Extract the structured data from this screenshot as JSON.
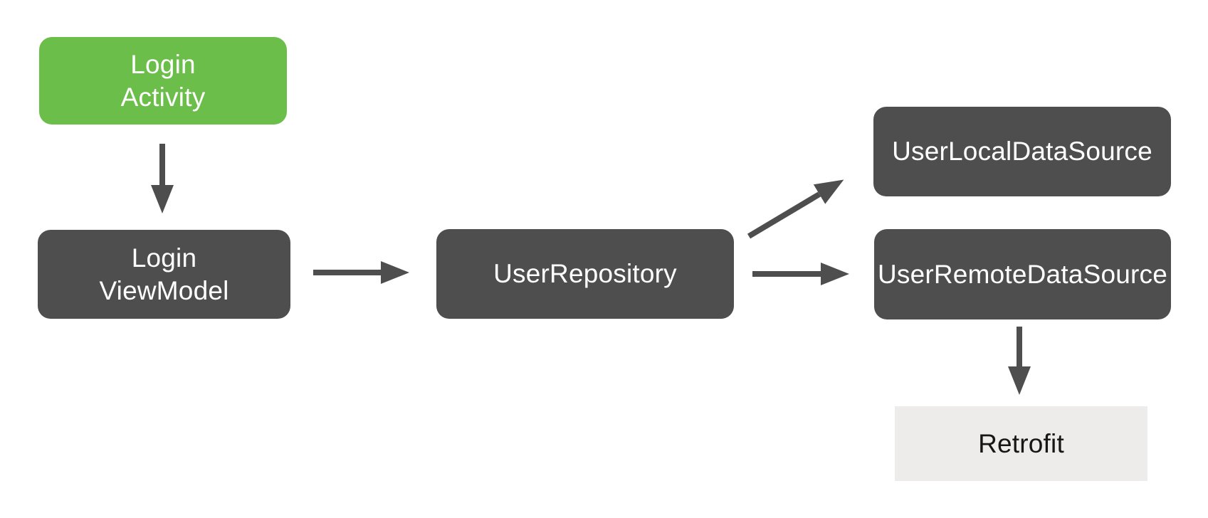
{
  "diagram": {
    "type": "architecture-flow",
    "nodes": {
      "login_activity": {
        "label": "Login\nActivity"
      },
      "login_viewmodel": {
        "label": "Login\nViewModel"
      },
      "user_repository": {
        "label": "UserRepository"
      },
      "user_local_data_source": {
        "label": "UserLocalDataSource"
      },
      "user_remote_data_source": {
        "label": "UserRemoteDataSource"
      },
      "retrofit": {
        "label": "Retrofit"
      }
    },
    "edges": [
      {
        "from": "login_activity",
        "to": "login_viewmodel"
      },
      {
        "from": "login_viewmodel",
        "to": "user_repository"
      },
      {
        "from": "user_repository",
        "to": "user_local_data_source"
      },
      {
        "from": "user_repository",
        "to": "user_remote_data_source"
      },
      {
        "from": "user_remote_data_source",
        "to": "retrofit"
      }
    ]
  },
  "colors": {
    "background": "#FFFFFF",
    "activity_green": "#6CBE4B",
    "component_gray": "#4E4E4E",
    "library_light_gray": "#EDECEB",
    "label_on_dark": "#FFFFFF",
    "label_on_light": "#161616",
    "arrow": "#4E4E4E"
  }
}
